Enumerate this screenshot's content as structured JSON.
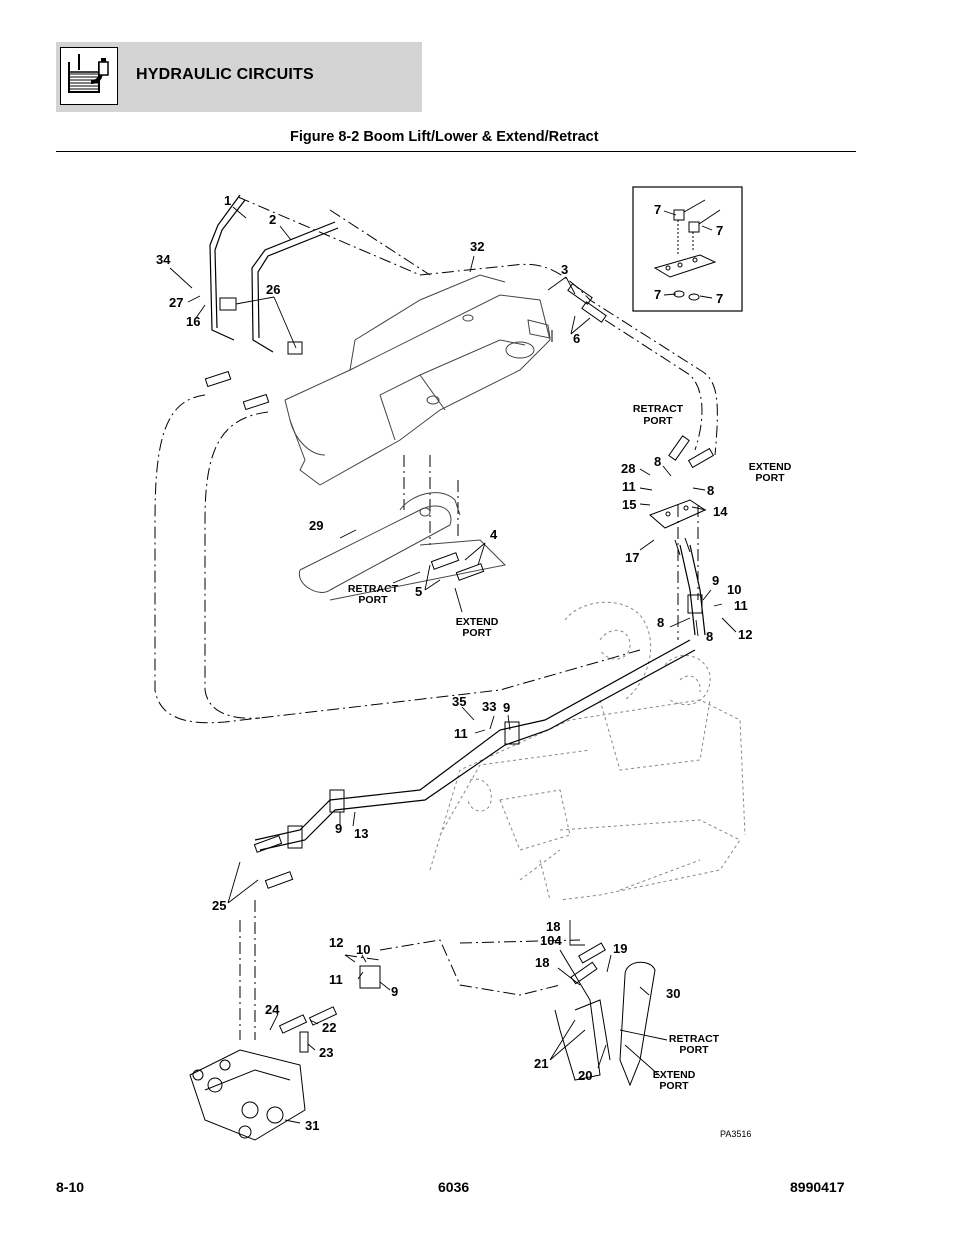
{
  "header": {
    "title": "HYDRAULIC CIRCUITS",
    "icon": "hydraulic-reservoir-icon"
  },
  "figure": {
    "title": "Figure 8-2 Boom Lift/Lower & Extend/Retract"
  },
  "diagram": {
    "code": "PA3516",
    "callouts": {
      "c1": "1",
      "c2": "2",
      "c32": "32",
      "c34": "34",
      "c27": "27",
      "c16": "16",
      "c26": "26",
      "c3": "3",
      "c6": "6",
      "c7a": "7",
      "c7b": "7",
      "c7c": "7",
      "c7d": "7",
      "c28": "28",
      "c8a": "8",
      "c11a": "11",
      "c8b": "8",
      "c15": "15",
      "c14": "14",
      "c17": "17",
      "c29": "29",
      "c4": "4",
      "c5": "5",
      "c9a": "9",
      "c10a": "10",
      "c11b": "11",
      "c12a": "12",
      "c8c": "8",
      "c8d": "8",
      "c35": "35",
      "c33": "33",
      "c9b": "9",
      "c11c": "11",
      "c9c": "9",
      "c13": "13",
      "c25": "25",
      "c18a": "18",
      "c104": "104",
      "c19": "19",
      "c18b": "18",
      "c30": "30",
      "c12b": "12",
      "c10b": "10",
      "c11d": "11",
      "c9d": "9",
      "c24": "24",
      "c22": "22",
      "c23": "23",
      "c21": "21",
      "c20": "20",
      "c31": "31"
    },
    "ports": {
      "retract_top_l1": "RETRACT",
      "retract_top_l2": "PORT",
      "extend_top_l1": "EXTEND",
      "extend_top_l2": "PORT",
      "retract_cyl_l1": "RETRACT",
      "retract_cyl_l2": "PORT",
      "extend_cyl_l1": "EXTEND",
      "extend_cyl_l2": "PORT",
      "retract_bot_l1": "RETRACT",
      "retract_bot_l2": "PORT",
      "extend_bot_l1": "EXTEND",
      "extend_bot_l2": "PORT"
    }
  },
  "footer": {
    "left": "8-10",
    "center": "6036",
    "right": "8990417"
  }
}
